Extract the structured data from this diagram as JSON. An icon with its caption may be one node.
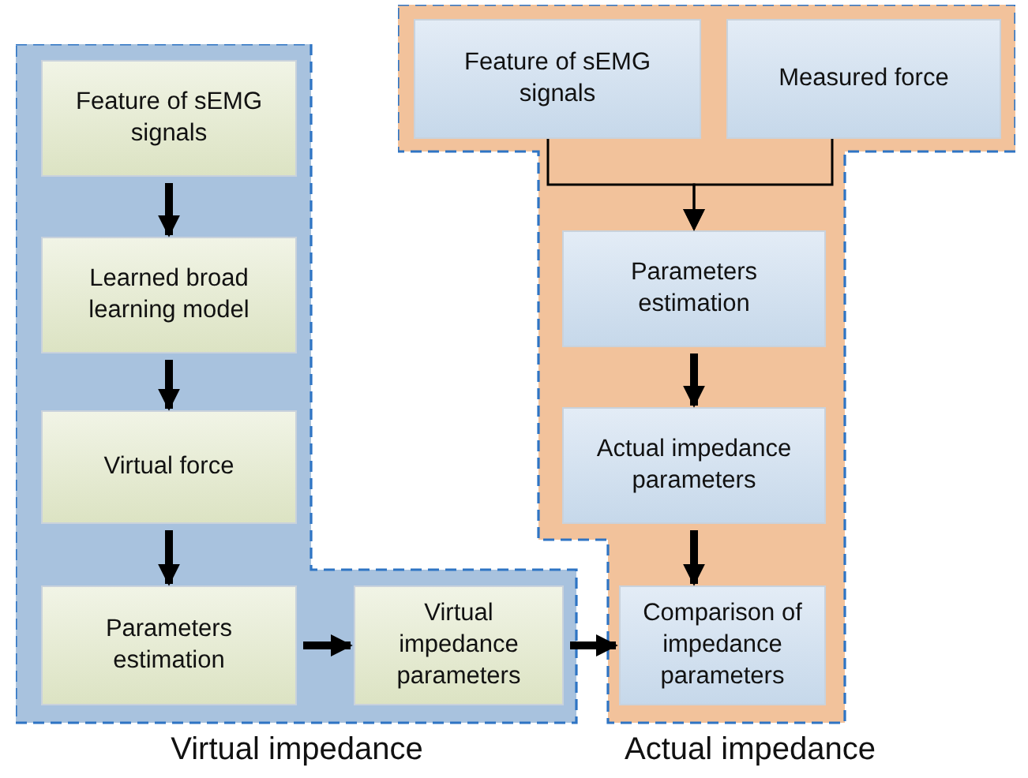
{
  "diagram": {
    "nodes": [
      {
        "text": [
          "Virtual impedance"
        ]
      },
      {
        "text": [
          "Feature of sEMG signals"
        ],
        "in": 0
      },
      {
        "text": [
          "Learned broad learning model"
        ],
        "in": 0
      },
      {
        "text": [
          "Virtual force"
        ],
        "in": 0
      },
      {
        "text": [
          "Parameters estimation"
        ],
        "in": 0
      },
      {
        "text": [
          "Virtual impedance parameters"
        ],
        "in": 0
      },
      {
        "text": [
          "Actual impedance"
        ]
      },
      {
        "text": [
          "Feature of sEMG signals"
        ],
        "in": 6
      },
      {
        "text": [
          "Measured force"
        ],
        "in": 6
      },
      {
        "text": [
          "Parameters estimation"
        ],
        "in": 6
      },
      {
        "text": [
          "Actual impedance parameters"
        ],
        "in": 6
      },
      {
        "text": [
          "Comparison of impedance parameters"
        ],
        "in": 6
      }
    ],
    "edges": [
      {
        "from": 1,
        "to": 2,
        "arrow": "to"
      },
      {
        "from": 2,
        "to": 3,
        "arrow": "to"
      },
      {
        "from": 3,
        "to": 4,
        "arrow": "to"
      },
      {
        "from": 4,
        "to": 5,
        "arrow": "to"
      },
      {
        "from": 5,
        "to": 11,
        "arrow": "to"
      },
      {
        "from": 7,
        "to": 9,
        "arrow": "to"
      },
      {
        "from": 8,
        "to": 9,
        "arrow": "to"
      },
      {
        "from": 9,
        "to": 10,
        "arrow": "to"
      },
      {
        "from": 10,
        "to": 11,
        "arrow": "to"
      }
    ]
  }
}
